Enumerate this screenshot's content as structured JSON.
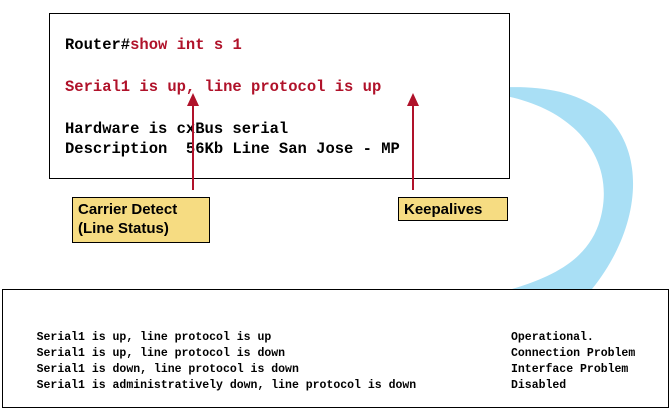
{
  "terminal": {
    "prompt": "Router#",
    "command": "show int s 1",
    "status_line": "Serial1 is up, line protocol is up",
    "hardware_line": "Hardware is cxBus serial",
    "description_line": "Description  56Kb Line San Jose - MP"
  },
  "callouts": {
    "carrier_detect_line1": "Carrier Detect",
    "carrier_detect_line2": "(Line Status)",
    "keepalives": "Keepalives"
  },
  "colors": {
    "command_red": "#b0122a",
    "callout_fill": "#f6dc82",
    "swoosh_blue": "#a9dff5"
  },
  "status_table": [
    {
      "line": "Serial1 is up, line protocol is up",
      "status": "Operational."
    },
    {
      "line": "Serial1 is up, line protocol is down",
      "status": "Connection Problem"
    },
    {
      "line": "Serial1 is down, line protocol is down",
      "status": "Interface Problem"
    },
    {
      "line": "Serial1 is administratively down, line protocol is down",
      "status": "Disabled"
    }
  ]
}
